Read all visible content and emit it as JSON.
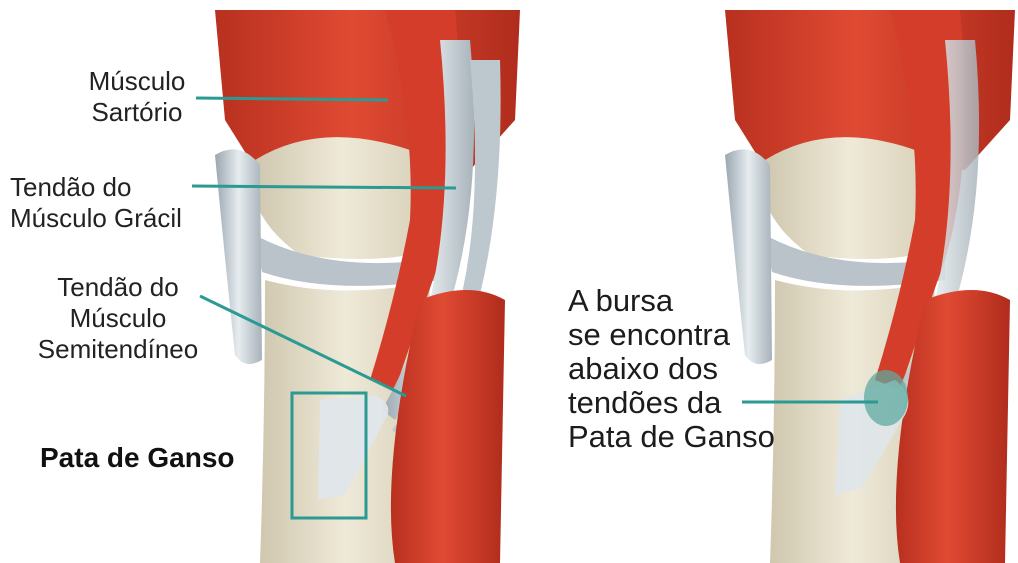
{
  "labels": {
    "sartorio": "Músculo\nSartório",
    "gracil": "Tendão do\nMúsculo Grácil",
    "semitendineo": "Tendão do\nMúsculo\nSemitendíneo",
    "pata": "Pata de Ganso",
    "bursa": "A bursa\nse encontra\nabaixo dos\n tendões da\nPata de Ganso"
  },
  "colors": {
    "muscle": "#d9412c",
    "muscle_dark": "#a8281a",
    "tendon": "#c9d2d8",
    "bone": "#e8e2cf",
    "pointer": "#2a9a93",
    "bursa": "#5fa9a0"
  }
}
